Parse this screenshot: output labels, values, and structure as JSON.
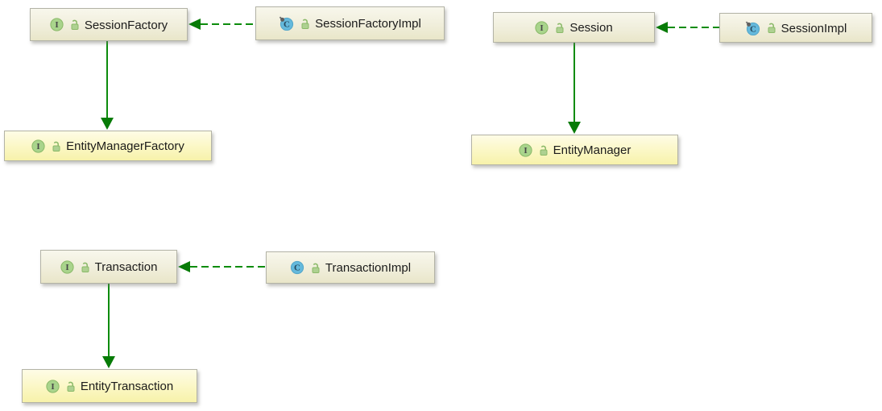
{
  "diagram": {
    "type": "uml-class-diagram",
    "background_color": "#ffffff",
    "edge_color": "#0c8c0c",
    "node_fill_plain": "#efecd8",
    "node_fill_highlight": "#fbf7c0",
    "interface_icon_color": "#a9d48c",
    "class_icon_color": "#64b9dc",
    "nodes": {
      "session_factory": {
        "label": "SessionFactory",
        "kind": "interface",
        "visibility": "public"
      },
      "session_factory_impl": {
        "label": "SessionFactoryImpl",
        "kind": "final-class",
        "visibility": "public"
      },
      "session": {
        "label": "Session",
        "kind": "interface",
        "visibility": "public"
      },
      "session_impl": {
        "label": "SessionImpl",
        "kind": "final-class",
        "visibility": "public"
      },
      "entity_manager_factory": {
        "label": "EntityManagerFactory",
        "kind": "interface",
        "visibility": "public"
      },
      "entity_manager": {
        "label": "EntityManager",
        "kind": "interface",
        "visibility": "public"
      },
      "transaction": {
        "label": "Transaction",
        "kind": "interface",
        "visibility": "public"
      },
      "transaction_impl": {
        "label": "TransactionImpl",
        "kind": "class",
        "visibility": "public"
      },
      "entity_transaction": {
        "label": "EntityTransaction",
        "kind": "interface",
        "visibility": "public"
      }
    },
    "edges": [
      {
        "from": "SessionFactoryImpl",
        "to": "SessionFactory",
        "relation": "realization",
        "line": "dashed",
        "direction": "left"
      },
      {
        "from": "SessionImpl",
        "to": "Session",
        "relation": "realization",
        "line": "dashed",
        "direction": "left"
      },
      {
        "from": "TransactionImpl",
        "to": "Transaction",
        "relation": "realization",
        "line": "dashed",
        "direction": "left"
      },
      {
        "from": "SessionFactory",
        "to": "EntityManagerFactory",
        "relation": "extends",
        "line": "solid",
        "direction": "down"
      },
      {
        "from": "Session",
        "to": "EntityManager",
        "relation": "extends",
        "line": "solid",
        "direction": "down"
      },
      {
        "from": "Transaction",
        "to": "EntityTransaction",
        "relation": "extends",
        "line": "solid",
        "direction": "down"
      }
    ]
  }
}
